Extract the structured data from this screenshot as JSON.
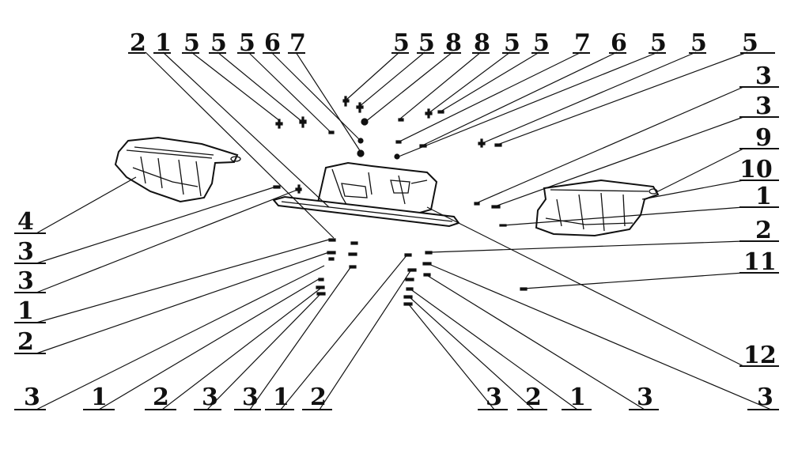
{
  "diagram": {
    "background": "#ffffff",
    "ink": "#111111",
    "callouts_top": [
      "2",
      "1",
      "5",
      "5",
      "5",
      "6",
      "7",
      "5",
      "5",
      "8",
      "8",
      "5",
      "5",
      "7",
      "6",
      "5",
      "5",
      "5"
    ],
    "callouts_right": [
      "3",
      "3",
      "9",
      "10",
      "1",
      "2",
      "11",
      "12"
    ],
    "callouts_left": [
      "4",
      "3",
      "3",
      "1",
      "2"
    ],
    "callouts_bottom": [
      "3",
      "1",
      "2",
      "3",
      "3",
      "1",
      "2",
      "3",
      "2",
      "1",
      "3",
      "3"
    ]
  }
}
